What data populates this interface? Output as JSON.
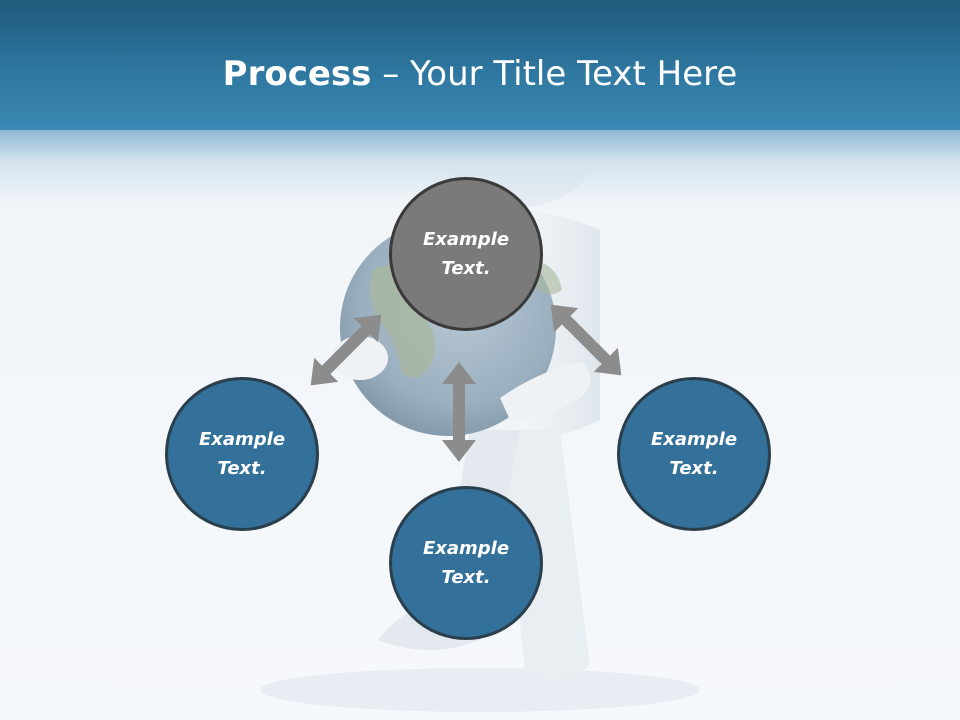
{
  "title": {
    "bold": "Process",
    "separator": " – ",
    "rest": "Your Title Text Here"
  },
  "colors": {
    "header": "#2e77a0",
    "circle_blue": "#33709a",
    "circle_gray": "#7a7a7a",
    "arrow": "#8c8c8c"
  },
  "nodes": [
    {
      "id": "top",
      "line1": "Example",
      "line2": "Text.",
      "style": "gray"
    },
    {
      "id": "left",
      "line1": "Example",
      "line2": "Text.",
      "style": "blue"
    },
    {
      "id": "bottom",
      "line1": "Example",
      "line2": "Text.",
      "style": "blue"
    },
    {
      "id": "right",
      "line1": "Example",
      "line2": "Text.",
      "style": "blue"
    }
  ],
  "icons": {
    "background": "figure-holding-globe-icon",
    "connectors": "double-headed-arrow-icon"
  }
}
